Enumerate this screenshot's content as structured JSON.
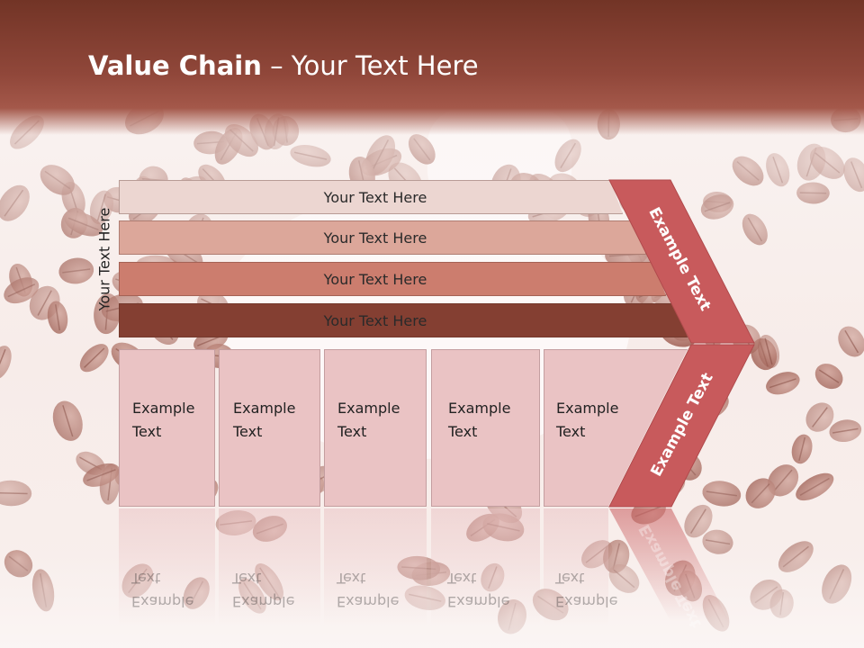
{
  "slide": {
    "title_bold": "Value Chain",
    "title_rest": " – Your Text Here",
    "side_label": "Your Text Here",
    "bars": [
      {
        "label": "Your Text Here",
        "color": "#ecd6d1"
      },
      {
        "label": "Your Text Here",
        "color": "#dca79a"
      },
      {
        "label": "Your Text Here",
        "color": "#cc7d6e"
      },
      {
        "label": "Your Text Here",
        "color": "#843f32"
      }
    ],
    "boxes": [
      {
        "line1": "Example",
        "line2": "Text"
      },
      {
        "line1": "Example",
        "line2": "Text"
      },
      {
        "line1": "Example",
        "line2": "Text"
      },
      {
        "line1": "Example",
        "line2": "Text"
      },
      {
        "line1": "Example",
        "line2": "Text"
      }
    ],
    "chevron_top_label": "Example Text",
    "chevron_bottom_label": "Example Text",
    "accent_color": "#c85a5c",
    "header_color": "#843f32"
  }
}
